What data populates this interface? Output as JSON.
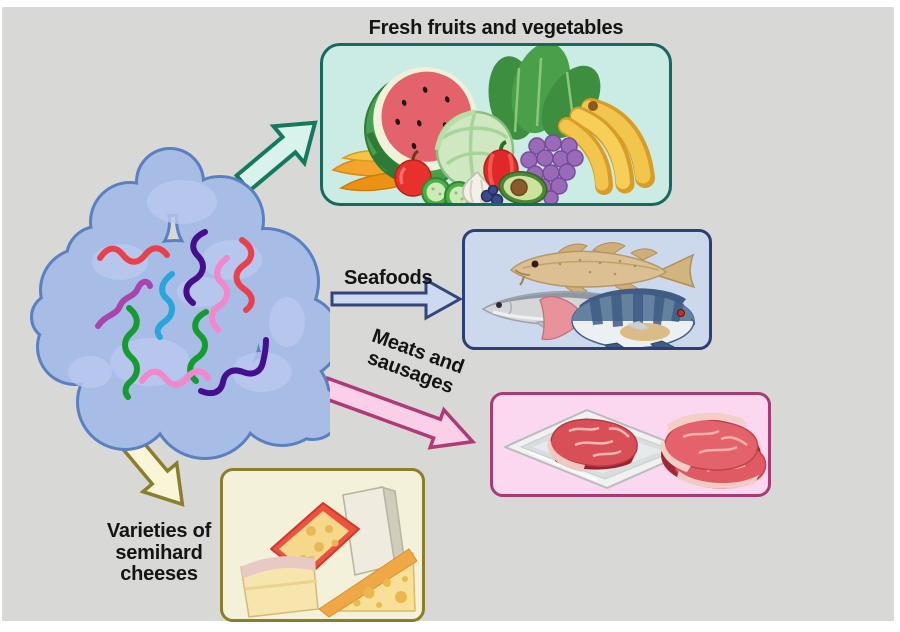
{
  "figure": {
    "background_color": "#d8d8d6",
    "margin_color": "#ffffff"
  },
  "source_node": {
    "name": "microbial community blob with gene strands",
    "body_fill": "#a7bde6",
    "outline_color": "#5b80c2",
    "strand_colors": [
      "#e8404c",
      "#440e8c",
      "#2ba4da",
      "#149c30",
      "#a645ae",
      "#f287cb"
    ]
  },
  "categories": [
    {
      "label": "Fresh fruits and vegetables",
      "box_fill": "#cbece4",
      "box_border": "#17695e",
      "arrow_fill": "#d9f3ec",
      "arrow_border": "#15795f",
      "items": [
        "watermelon",
        "cabbage",
        "leafy-greens",
        "grapes",
        "bananas",
        "apple",
        "carrots",
        "cucumber-slices",
        "garlic",
        "red-bell-pepper",
        "avocado",
        "blueberries"
      ]
    },
    {
      "label": "Seafoods",
      "box_fill": "#ccd9ec",
      "box_border": "#2c4077",
      "arrow_fill": "#ccd9f0",
      "arrow_border": "#32457c",
      "items": [
        "cod-fish",
        "herring-fish",
        "tilapia-fish"
      ]
    },
    {
      "label": "Meats and sausages",
      "box_fill": "#fbd7f0",
      "box_border": "#a83b73",
      "arrow_fill": "#fad0e9",
      "arrow_border": "#b03a78",
      "items": [
        "steak-on-foam-tray",
        "raw-steaks"
      ]
    },
    {
      "label": "Varieties of semihard cheeses",
      "box_fill": "#f3f1d9",
      "box_border": "#8b7d2a",
      "arrow_fill": "#f8f5d8",
      "arrow_border": "#8b7d2a",
      "items": [
        "red-wax-cheese-wedge",
        "white-cheese-block",
        "swiss-cheese-wedge",
        "pale-cheese-block"
      ]
    }
  ]
}
